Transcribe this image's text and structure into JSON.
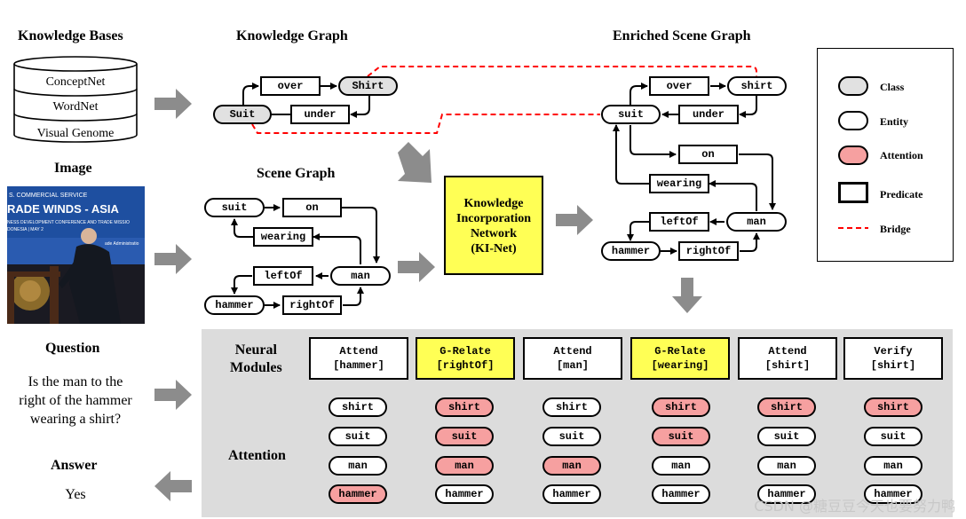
{
  "headings": {
    "knowledge_bases": "Knowledge Bases",
    "knowledge_graph": "Knowledge Graph",
    "enriched_scene_graph": "Enriched Scene Graph",
    "image": "Image",
    "scene_graph": "Scene Graph",
    "question": "Question",
    "answer": "Answer",
    "neural_modules": [
      "Neural",
      "Modules"
    ],
    "attention": "Attention"
  },
  "knowledge_bases": [
    "ConceptNet",
    "WordNet",
    "Visual Genome"
  ],
  "photo_banner": {
    "line1": "S. COMMERCIAL SERVICE",
    "line2": "RADE WINDS - ASIA",
    "line3": "NESS DEVELOPMENT CONFERENCE AND TRADE MISSIO",
    "line4": "DONESIA | MAY 2",
    "line5": "ade Administratio"
  },
  "question_text": [
    "Is the man to the",
    "right of the hammer",
    "wearing a shirt?"
  ],
  "answer_text": "Yes",
  "kinet": [
    "Knowledge",
    "Incorporation",
    "Network",
    "(KI-Net)"
  ],
  "knowledge_graph": {
    "suit": "Suit",
    "over": "over",
    "shirt": "Shirt",
    "under": "under"
  },
  "scene_graph": {
    "suit": "suit",
    "on": "on",
    "wearing": "wearing",
    "leftOf": "leftOf",
    "man": "man",
    "hammer": "hammer",
    "rightOf": "rightOf"
  },
  "enriched_graph": {
    "over": "over",
    "shirt": "shirt",
    "suit": "suit",
    "under": "under",
    "on": "on",
    "wearing": "wearing",
    "leftOf": "leftOf",
    "man": "man",
    "hammer": "hammer",
    "rightOf": "rightOf"
  },
  "legend": {
    "class": "Class",
    "entity": "Entity",
    "attention": "Attention",
    "predicate": "Predicate",
    "bridge": "Bridge"
  },
  "modules": [
    {
      "name": "Attend",
      "arg": "[hammer]",
      "type": "attend"
    },
    {
      "name": "G-Relate",
      "arg": "[rightOf]",
      "type": "relate"
    },
    {
      "name": "Attend",
      "arg": "[man]",
      "type": "attend"
    },
    {
      "name": "G-Relate",
      "arg": "[wearing]",
      "type": "relate"
    },
    {
      "name": "Attend",
      "arg": "[shirt]",
      "type": "attend"
    },
    {
      "name": "Verify",
      "arg": "[shirt]",
      "type": "verify"
    }
  ],
  "attention_labels": [
    "shirt",
    "suit",
    "man",
    "hammer"
  ],
  "attention_states": [
    [
      false,
      false,
      false,
      true
    ],
    [
      true,
      true,
      true,
      false
    ],
    [
      false,
      false,
      true,
      false
    ],
    [
      true,
      true,
      false,
      false
    ],
    [
      true,
      false,
      false,
      false
    ],
    [
      true,
      false,
      false,
      false
    ]
  ],
  "colors": {
    "class": "#e1e1e1",
    "attention": "#f6a0a0",
    "module_highlight": "#ffff55",
    "bridge": "#ff0000",
    "arrow": "#8c8c8c",
    "panel": "#dcdcdc"
  },
  "watermark": "CSDN @糖豆豆今天也要努力鸭"
}
